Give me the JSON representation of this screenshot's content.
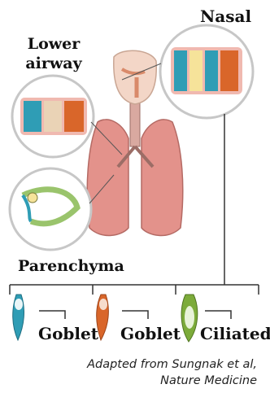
{
  "labels": {
    "nasal": "Nasal",
    "lower_airway_line1": "Lower",
    "lower_airway_line2": "airway",
    "parenchyma": "Parenchyma"
  },
  "cells": [
    {
      "label": "Goblet"
    },
    {
      "label": "Goblet"
    },
    {
      "label": "Ciliated"
    }
  ],
  "credit": {
    "line1": "Adapted from Sungnak et al,",
    "line2": "Nature Medicine"
  },
  "colors": {
    "circle_stroke": "#c7c7c7",
    "connector_line": "#333333",
    "cell_teal": "#2f9db5",
    "cell_orange": "#d9662a",
    "cell_green": "#7cab3a",
    "tissue_pink": "#f0b9b0",
    "lung": "#e3928b"
  }
}
